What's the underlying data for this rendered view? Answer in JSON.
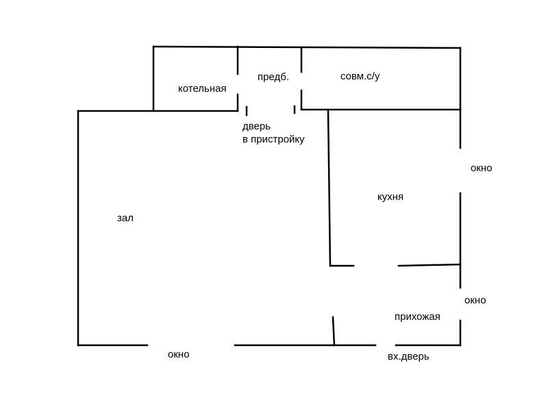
{
  "floor_plan": {
    "rooms": {
      "boiler_room": "котельная",
      "vestibule": "предб.",
      "bathroom": "совм.с/у",
      "living_room": "зал",
      "kitchen": "кухня",
      "hallway": "прихожая"
    },
    "annotations": {
      "annex_door_line1": "дверь",
      "annex_door_line2": "в пристройку",
      "window_kitchen": "окно",
      "window_hallway": "окно",
      "window_living_room": "окно",
      "entrance_door": "вх.дверь"
    },
    "colors": {
      "wall": "#000000",
      "background": "#ffffff"
    }
  }
}
